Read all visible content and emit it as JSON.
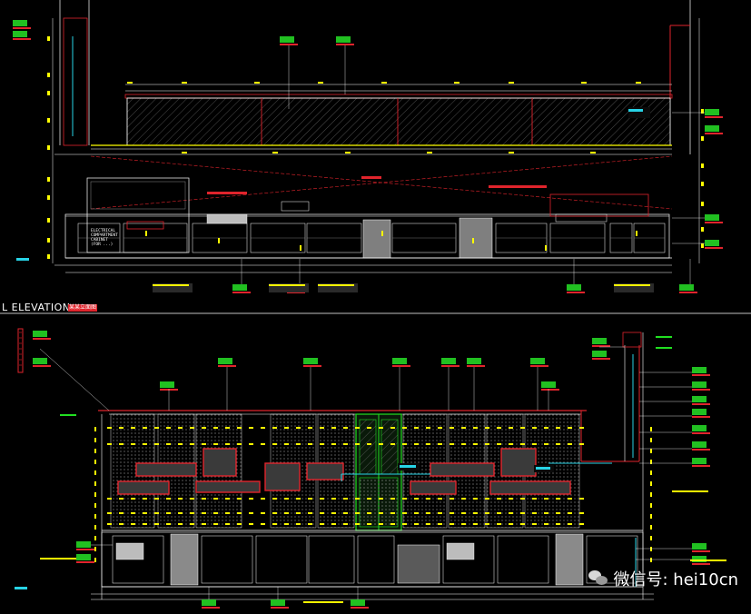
{
  "sections": {
    "lower_title": "L  ELEVATION",
    "lower_title_cn": "某某立面图"
  },
  "upper": {
    "cabinet_note": "ELECTRICAL\nCOMPARTMENT\nCABINET\n(FOR ...)"
  },
  "watermark": {
    "text": "微信号: hei10cn",
    "icon": "wechat-icon"
  },
  "colors": {
    "background": "#000000",
    "line_white": "#ffffff",
    "line_red": "#e0242c",
    "line_green": "#21e021",
    "line_yellow": "#ffff00",
    "line_cyan": "#27d3e6",
    "line_gray": "#8c8c8c",
    "tag_fill": "#21c021"
  }
}
